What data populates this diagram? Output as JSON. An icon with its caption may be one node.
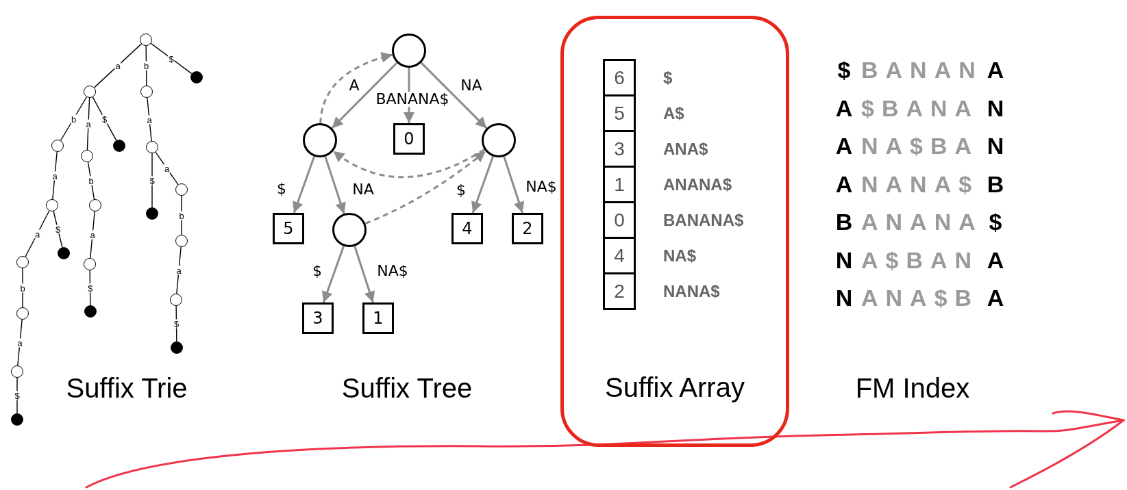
{
  "diagram": {
    "nodes": [
      {
        "text": [],
        "shape": "circle"
      },
      {
        "text": [],
        "shape": "circle"
      },
      {
        "text": [],
        "shape": "circle"
      },
      {
        "text": [],
        "shape": "dot"
      },
      {
        "text": [],
        "shape": "circle"
      },
      {
        "text": [],
        "shape": "circle"
      },
      {
        "text": [],
        "shape": "dot"
      },
      {
        "text": [],
        "shape": "circle"
      },
      {
        "text": [],
        "shape": "circle"
      },
      {
        "text": [],
        "shape": "circle"
      },
      {
        "text": [],
        "shape": "dot"
      },
      {
        "text": [],
        "shape": "circle"
      },
      {
        "text": [],
        "shape": "circle"
      },
      {
        "text": [],
        "shape": "dot"
      },
      {
        "text": [],
        "shape": "circle"
      },
      {
        "text": [],
        "shape": "circle"
      },
      {
        "text": [],
        "shape": "circle"
      },
      {
        "text": [],
        "shape": "dot"
      },
      {
        "text": [],
        "shape": "circle"
      },
      {
        "text": [],
        "shape": "circle"
      },
      {
        "text": [],
        "shape": "dot"
      },
      {
        "text": [],
        "shape": "dot"
      },
      {
        "text": [],
        "shape": "circle"
      },
      {
        "text": [],
        "shape": "circle"
      },
      {
        "text": [
          "0"
        ]
      },
      {
        "text": [],
        "shape": "circle"
      },
      {
        "text": [
          "5"
        ]
      },
      {
        "text": [],
        "shape": "circle"
      },
      {
        "text": [
          "4"
        ]
      },
      {
        "text": [
          "2"
        ]
      },
      {
        "text": [
          "3"
        ]
      },
      {
        "text": [
          "1"
        ]
      },
      {
        "text": [
          "Suffix Array"
        ]
      },
      {
        "text": [
          "6"
        ],
        "in": 32,
        "beside": [
          "$"
        ]
      },
      {
        "text": [
          "5"
        ],
        "in": 32,
        "beside": [
          "A$"
        ]
      },
      {
        "text": [
          "3"
        ],
        "in": 32,
        "beside": [
          "ANA$"
        ]
      },
      {
        "text": [
          "1"
        ],
        "in": 32,
        "beside": [
          "ANANA$"
        ]
      },
      {
        "text": [
          "0"
        ],
        "in": 32,
        "beside": [
          "BANANA$"
        ]
      },
      {
        "text": [
          "4"
        ],
        "in": 32,
        "beside": [
          "NA$"
        ]
      },
      {
        "text": [
          "2"
        ],
        "in": 32,
        "beside": [
          "NANA$"
        ]
      }
    ],
    "edges": [
      {
        "from": 0,
        "to": 1,
        "arrow": "none",
        "label": "a"
      },
      {
        "from": 0,
        "to": 2,
        "arrow": "none",
        "label": "b"
      },
      {
        "from": 0,
        "to": 3,
        "arrow": "none",
        "label": "$"
      },
      {
        "from": 1,
        "to": 4,
        "arrow": "none",
        "label": "b"
      },
      {
        "from": 1,
        "to": 5,
        "arrow": "none",
        "label": "a"
      },
      {
        "from": 1,
        "to": 6,
        "arrow": "none",
        "label": "$"
      },
      {
        "from": 2,
        "to": 7,
        "arrow": "none",
        "label": "a"
      },
      {
        "from": 4,
        "to": 8,
        "arrow": "none",
        "label": "a"
      },
      {
        "from": 5,
        "to": 9,
        "arrow": "none",
        "label": "b"
      },
      {
        "from": 7,
        "to": 10,
        "arrow": "none",
        "label": "$"
      },
      {
        "from": 7,
        "to": 11,
        "arrow": "none",
        "label": "a"
      },
      {
        "from": 8,
        "to": 12,
        "arrow": "none",
        "label": "a"
      },
      {
        "from": 8,
        "to": 13,
        "arrow": "none",
        "label": "$"
      },
      {
        "from": 9,
        "to": 14,
        "arrow": "none",
        "label": "a"
      },
      {
        "from": 11,
        "to": 15,
        "arrow": "none",
        "label": "b"
      },
      {
        "from": 12,
        "to": 16,
        "arrow": "none",
        "label": "b"
      },
      {
        "from": 14,
        "to": 17,
        "arrow": "none",
        "label": "$"
      },
      {
        "from": 15,
        "to": 18,
        "arrow": "none",
        "label": "a"
      },
      {
        "from": 16,
        "to": 19,
        "arrow": "none",
        "label": "a"
      },
      {
        "from": 18,
        "to": 20,
        "arrow": "none",
        "label": "$"
      },
      {
        "from": 19,
        "to": 21,
        "arrow": "none",
        "label": "$"
      },
      {
        "from": 22,
        "to": 23,
        "arrow": "to",
        "label": "A",
        "color": "#8c8c8c"
      },
      {
        "from": 22,
        "to": 24,
        "arrow": "to",
        "label": "BANANA$",
        "color": "#8c8c8c"
      },
      {
        "from": 22,
        "to": 25,
        "arrow": "to",
        "label": "NA",
        "color": "#8c8c8c"
      },
      {
        "from": 23,
        "to": 26,
        "arrow": "to",
        "label": "$",
        "color": "#8c8c8c"
      },
      {
        "from": 23,
        "to": 27,
        "arrow": "to",
        "label": "NA",
        "color": "#8c8c8c"
      },
      {
        "from": 25,
        "to": 28,
        "arrow": "to",
        "label": "$",
        "color": "#8c8c8c"
      },
      {
        "from": 25,
        "to": 29,
        "arrow": "to",
        "label": "NA$",
        "color": "#8c8c8c"
      },
      {
        "from": 27,
        "to": 30,
        "arrow": "to",
        "label": "$",
        "color": "#8c8c8c"
      },
      {
        "from": 27,
        "to": 31,
        "arrow": "to",
        "label": "NA$",
        "color": "#8c8c8c"
      },
      {
        "from": 23,
        "to": 22,
        "arrow": "to",
        "style": "dashed",
        "color": "#8c8c8c"
      },
      {
        "from": 25,
        "to": 23,
        "arrow": "to",
        "style": "dashed",
        "color": "#8c8c8c"
      },
      {
        "from": 27,
        "to": 25,
        "arrow": "to",
        "style": "dashed",
        "color": "#8c8c8c"
      }
    ],
    "labels": [
      "Suffix Trie",
      "Suffix Tree",
      "FM Index",
      "$",
      "BANAN",
      "A",
      "A",
      "$BANA",
      "N",
      "A",
      "NA$BA",
      "N",
      "A",
      "NANA$",
      "B",
      "B",
      "ANANA",
      "$",
      "N",
      "A$BAN",
      "A",
      "N",
      "ANA$B",
      "A"
    ]
  }
}
